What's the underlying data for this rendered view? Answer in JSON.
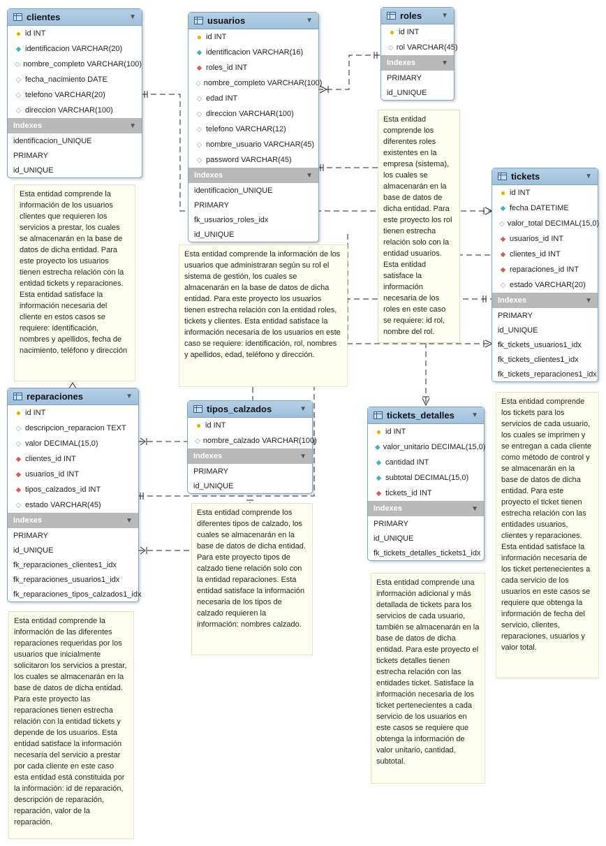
{
  "tables": [
    {
      "id": "clientes",
      "title": "clientes",
      "columns": [
        {
          "kind": "pk",
          "text": "id INT"
        },
        {
          "kind": "uq",
          "text": "identificacion VARCHAR(20)"
        },
        {
          "kind": "col",
          "text": "nombre_completo VARCHAR(100)"
        },
        {
          "kind": "col",
          "text": "fecha_nacimiento DATE"
        },
        {
          "kind": "col",
          "text": "telefono VARCHAR(20)"
        },
        {
          "kind": "col",
          "text": "direccion VARCHAR(100)"
        }
      ],
      "indexes_label": "Indexes",
      "indexes": [
        "identificacion_UNIQUE",
        "PRIMARY",
        "id_UNIQUE"
      ]
    },
    {
      "id": "usuarios",
      "title": "usuarios",
      "columns": [
        {
          "kind": "pk",
          "text": "id INT"
        },
        {
          "kind": "uq",
          "text": "identificacion VARCHAR(16)"
        },
        {
          "kind": "fk",
          "text": "roles_id INT"
        },
        {
          "kind": "col",
          "text": "nombre_completo VARCHAR(100)"
        },
        {
          "kind": "col",
          "text": "edad INT"
        },
        {
          "kind": "col",
          "text": "direccion VARCHAR(100)"
        },
        {
          "kind": "col",
          "text": "telefono VARCHAR(12)"
        },
        {
          "kind": "col",
          "text": "nombre_usuario VARCHAR(45)"
        },
        {
          "kind": "col",
          "text": "password VARCHAR(45)"
        }
      ],
      "indexes_label": "Indexes",
      "indexes": [
        "identificacion_UNIQUE",
        "PRIMARY",
        "fk_usuarios_roles_idx",
        "id_UNIQUE"
      ]
    },
    {
      "id": "roles",
      "title": "roles",
      "columns": [
        {
          "kind": "pk",
          "text": "id INT"
        },
        {
          "kind": "col",
          "text": "rol VARCHAR(45)"
        }
      ],
      "indexes_label": "Indexes",
      "indexes": [
        "PRIMARY",
        "id_UNIQUE"
      ]
    },
    {
      "id": "tickets",
      "title": "tickets",
      "columns": [
        {
          "kind": "pk",
          "text": "id INT"
        },
        {
          "kind": "uq",
          "text": "fecha DATETIME"
        },
        {
          "kind": "col",
          "text": "valor_total DECIMAL(15,0)"
        },
        {
          "kind": "fk",
          "text": "usuarios_id INT"
        },
        {
          "kind": "fk",
          "text": "clientes_id INT"
        },
        {
          "kind": "fk",
          "text": "reparaciones_id INT"
        },
        {
          "kind": "col",
          "text": "estado VARCHAR(20)"
        }
      ],
      "indexes_label": "Indexes",
      "indexes": [
        "PRIMARY",
        "id_UNIQUE",
        "fk_tickets_usuarios1_idx",
        "fk_tickets_clientes1_idx",
        "fk_tickets_reparaciones1_idx"
      ]
    },
    {
      "id": "reparaciones",
      "title": "reparaciones",
      "columns": [
        {
          "kind": "pk",
          "text": "id INT"
        },
        {
          "kind": "col",
          "text": "descripcion_reparacion TEXT"
        },
        {
          "kind": "col",
          "text": "valor DECIMAL(15,0)"
        },
        {
          "kind": "fk",
          "text": "clientes_id INT"
        },
        {
          "kind": "fk",
          "text": "usuarios_id INT"
        },
        {
          "kind": "fk",
          "text": "tipos_calzados_id INT"
        },
        {
          "kind": "col",
          "text": "estado VARCHAR(45)"
        }
      ],
      "indexes_label": "Indexes",
      "indexes": [
        "PRIMARY",
        "id_UNIQUE",
        "fk_reparaciones_clientes1_idx",
        "fk_reparaciones_usuarios1_idx",
        "fk_reparaciones_tipos_calzados1_idx"
      ]
    },
    {
      "id": "tipos_calzados",
      "title": "tipos_calzados",
      "columns": [
        {
          "kind": "pk",
          "text": "id INT"
        },
        {
          "kind": "col",
          "text": "nombre_calzado VARCHAR(100)"
        }
      ],
      "indexes_label": "Indexes",
      "indexes": [
        "PRIMARY",
        "id_UNIQUE"
      ]
    },
    {
      "id": "tickets_detalles",
      "title": "tickets_detalles",
      "columns": [
        {
          "kind": "pk",
          "text": "id INT"
        },
        {
          "kind": "uq",
          "text": "valor_unitario DECIMAL(15,0)"
        },
        {
          "kind": "uq",
          "text": "cantidad INT"
        },
        {
          "kind": "uq",
          "text": "subtotal DECIMAL(15,0)"
        },
        {
          "kind": "fk",
          "text": "tickets_id INT"
        }
      ],
      "indexes_label": "Indexes",
      "indexes": [
        "PRIMARY",
        "id_UNIQUE",
        "fk_tickets_detalles_tickets1_idx"
      ]
    }
  ],
  "notes": {
    "clientes": "Esta entidad comprende la información de los usuarios clientes que requieren los servicios a prestar, los cuales se almacenarán en la base de datos de dicha entidad. Para este proyecto los usuarios tienen estrecha relación con la entidad tickets y reparaciones. Esta entidad satisface la información necesaria del cliente en estos casos se requiere: identificación, nombres y apellidos, fecha de nacimiento, teléfono y dirección",
    "usuarios": "Esta entidad comprende la información de los usuarios que administraran según su rol el sistema de gestión, los cuales se almacenarán en la base de datos de dicha entidad. Para este proyecto los usuarios tienen estrecha relación con la entidad roles, tickets y clientes. Esta entidad satisface la información necesaria de los usuarios en este caso se requiere: identificación, rol, nombres y apellidos, edad, teléfono y dirección.",
    "roles": "Esta entidad comprende los diferentes roles existentes en la empresa (sistema), los cuales se almacenarán en la base de datos de dicha entidad. Para este proyecto los rol tienen estrecha relación solo con la entidad usuarios. Esta entidad satisface la información necesaria de los roles en este caso se requiere: id rol, nombre del rol.",
    "tickets": "Esta entidad comprende los tickets para los servicios de cada usuario, los cuales se imprimen y se entregan a cada cliente como método de control y se almacenarán en la base de datos de dicha entidad. Para este proyecto el ticket tienen estrecha relación con las entidades usuarios, clientes y reparaciones. Esta entidad satisface la información necesaria de los ticket pertenecientes a cada servicio de los usuarios en este casos se requiere que obtenga la información de fecha del servicio, clientes, reparaciones, usuarios y valor total.",
    "reparaciones": "Esta entidad comprende la información de las diferentes reparaciones requeridas por los usuarios que inicialmente solicitaron los servicios a prestar, los cuales se almacenarán en la base de datos de dicha entidad. Para este proyecto las reparaciones tienen estrecha relación con la entidad tickets y depende de los usuarios. Esta entidad satisface la información necesaria del servicio a prestar por cada cliente en este caso esta entidad está constituida por la información: id de reparación, descripción de reparación, reparación, valor de la reparación.",
    "tipos_calzados": "Esta entidad comprende los diferentes tipos de calzado, los cuales se almacenarán en la base de datos de dicha entidad. Para este proyecto tipos de calzado tiene relación solo con la entidad reparaciones. Esta entidad satisface la información necesaria de los tipos de calzado requieren la información: nombres calzado.",
    "tickets_detalles": "Esta entidad comprende una información adicional y más detallada de tickets para los servicios de cada usuario, también se almacenarán en la base de datos de dicha entidad. Para este proyecto el tickets detalles tienen estrecha relación con las entidades ticket. Satisface la información necesaria de los ticket pertenecientes a cada servicio de los usuarios en este casos se requiere que obtenga la información de valor unitario, cantidad, subtotal."
  },
  "colors": {
    "header": "#9fc0dc",
    "border": "#7fa2bf",
    "index_header": "#b9b9b9",
    "note_bg": "#fffff0",
    "pk_icon": "#e0b500",
    "fk_icon": "#d06060",
    "unique_icon": "#4bb0b8"
  },
  "icons": {
    "table": "table-grid-icon",
    "pk": "key-icon",
    "fk": "red-diamond-icon",
    "uq": "teal-diamond-icon",
    "col": "open-diamond-icon",
    "collapse": "triangle-down-icon"
  }
}
